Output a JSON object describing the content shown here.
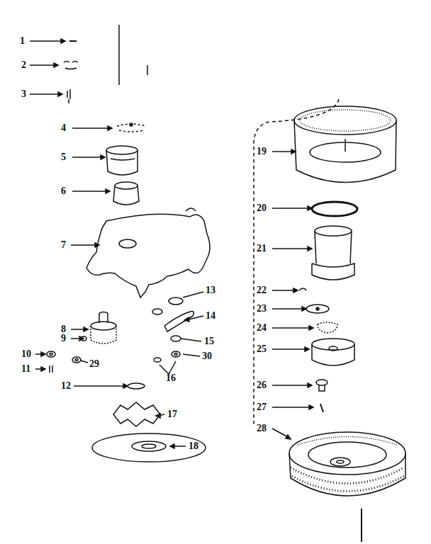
{
  "diagram": {
    "labels": [
      "1",
      "2",
      "3",
      "4",
      "5",
      "6",
      "7",
      "13",
      "8",
      "14",
      "9",
      "15",
      "10",
      "29",
      "30",
      "11",
      "16",
      "12",
      "17",
      "18",
      "19",
      "20",
      "21",
      "22",
      "23",
      "24",
      "25",
      "26",
      "27",
      "28"
    ]
  }
}
